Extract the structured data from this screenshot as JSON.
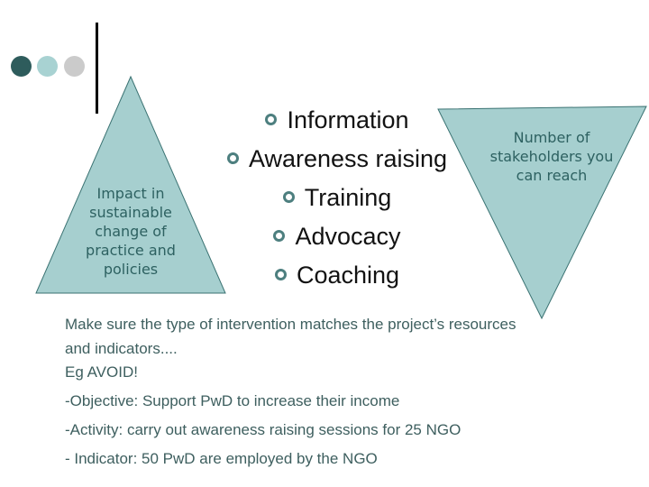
{
  "decor": {
    "circle_colors": [
      "#2e5c5c",
      "#a8d2d2",
      "#cbcbcb"
    ],
    "rule_color": "#000000"
  },
  "shapes": {
    "triangle_fill": "#a6cfcf",
    "triangle_stroke": "#3a7272"
  },
  "left_triangle": {
    "label": "Impact in sustainable change of practice and policies",
    "lines": [
      "Impact in",
      "sustainable",
      "change of",
      "practice and",
      "policies"
    ]
  },
  "right_triangle": {
    "label": "Number of stakeholders you can reach",
    "lines": [
      "Number of",
      "stakeholders you",
      "can reach"
    ]
  },
  "list": {
    "bullet_color": "#4d7f7f",
    "items": [
      "Information",
      "Awareness raising",
      "Training",
      "Advocacy",
      "Coaching"
    ]
  },
  "notes": {
    "p1_line1": "Make sure the type of intervention matches the project’s resources",
    "p1_line2": "and indicators....",
    "eg": "Eg AVOID!",
    "objective": "-Objective: Support PwD to increase their income",
    "activity": "-Activity: carry out awareness raising sessions for 25 NGO",
    "indicator": "- Indicator: 50 PwD are employed by the NGO"
  }
}
